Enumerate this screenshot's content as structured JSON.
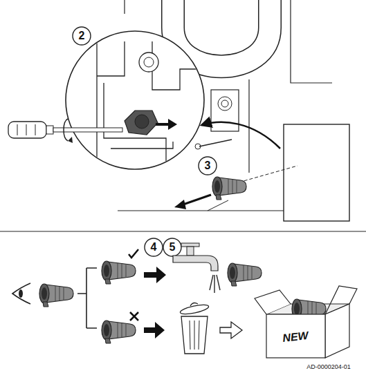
{
  "diagram": {
    "labels": [
      "2",
      "3",
      "4",
      "5",
      "NEW",
      "AD-0000204-01"
    ]
  }
}
